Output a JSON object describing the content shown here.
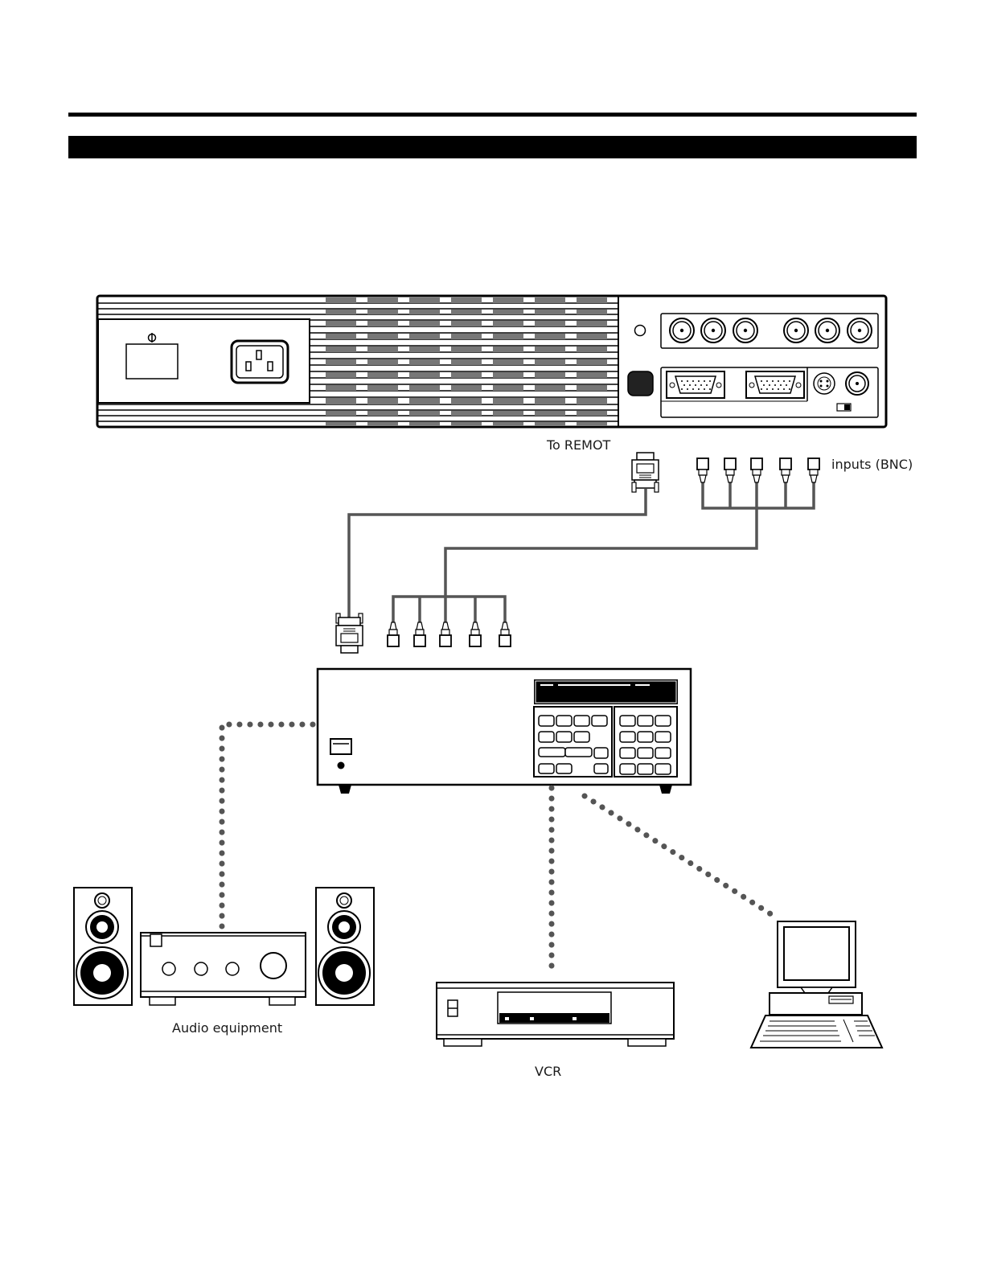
{
  "labels": {
    "to_remote": "To REMOT",
    "inputs_bnc": "inputs (BNC)",
    "audio_equipment": "Audio equipment",
    "vcr": "VCR"
  },
  "colors": {
    "line": "#000000",
    "cable": "#555555",
    "dotted": "#555555",
    "vent_stripe": "#777777"
  },
  "icons": [
    "power-switch-icon",
    "ac-inlet-icon",
    "bnc-connector-icon",
    "d-sub-connector-icon",
    "speaker-icon",
    "amplifier-icon",
    "vcr-icon",
    "computer-icon"
  ]
}
